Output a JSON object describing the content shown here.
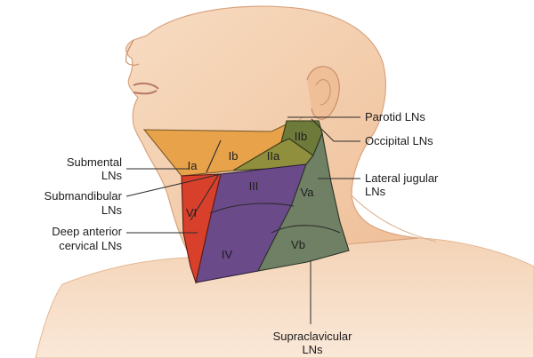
{
  "labels": {
    "submental_1": "Submental",
    "submental_2": "LNs",
    "submandibular_1": "Submandibular",
    "submandibular_2": "LNs",
    "deep_anterior_1": "Deep anterior",
    "deep_anterior_2": "cervical LNs",
    "parotid": "Parotid LNs",
    "occipital": "Occipital LNs",
    "lateral_jugular_1": "Lateral jugular",
    "lateral_jugular_2": "LNs",
    "supraclavicular_1": "Supraclavicular",
    "supraclavicular_2": "LNs"
  },
  "zones": {
    "Ia": "Ia",
    "Ib": "Ib",
    "IIa": "IIa",
    "IIb": "IIb",
    "III": "III",
    "IV": "IV",
    "Va": "Va",
    "Vb": "Vb",
    "VI": "VI"
  },
  "colors": {
    "skin": "#f2c9a8",
    "skin_shadow": "#e3ad86",
    "level_I": "#e8a24a",
    "level_II": "#7f8a3c",
    "level_III_IV": "#6b4a8a",
    "level_V": "#6f8064",
    "level_VI": "#d9402c"
  }
}
